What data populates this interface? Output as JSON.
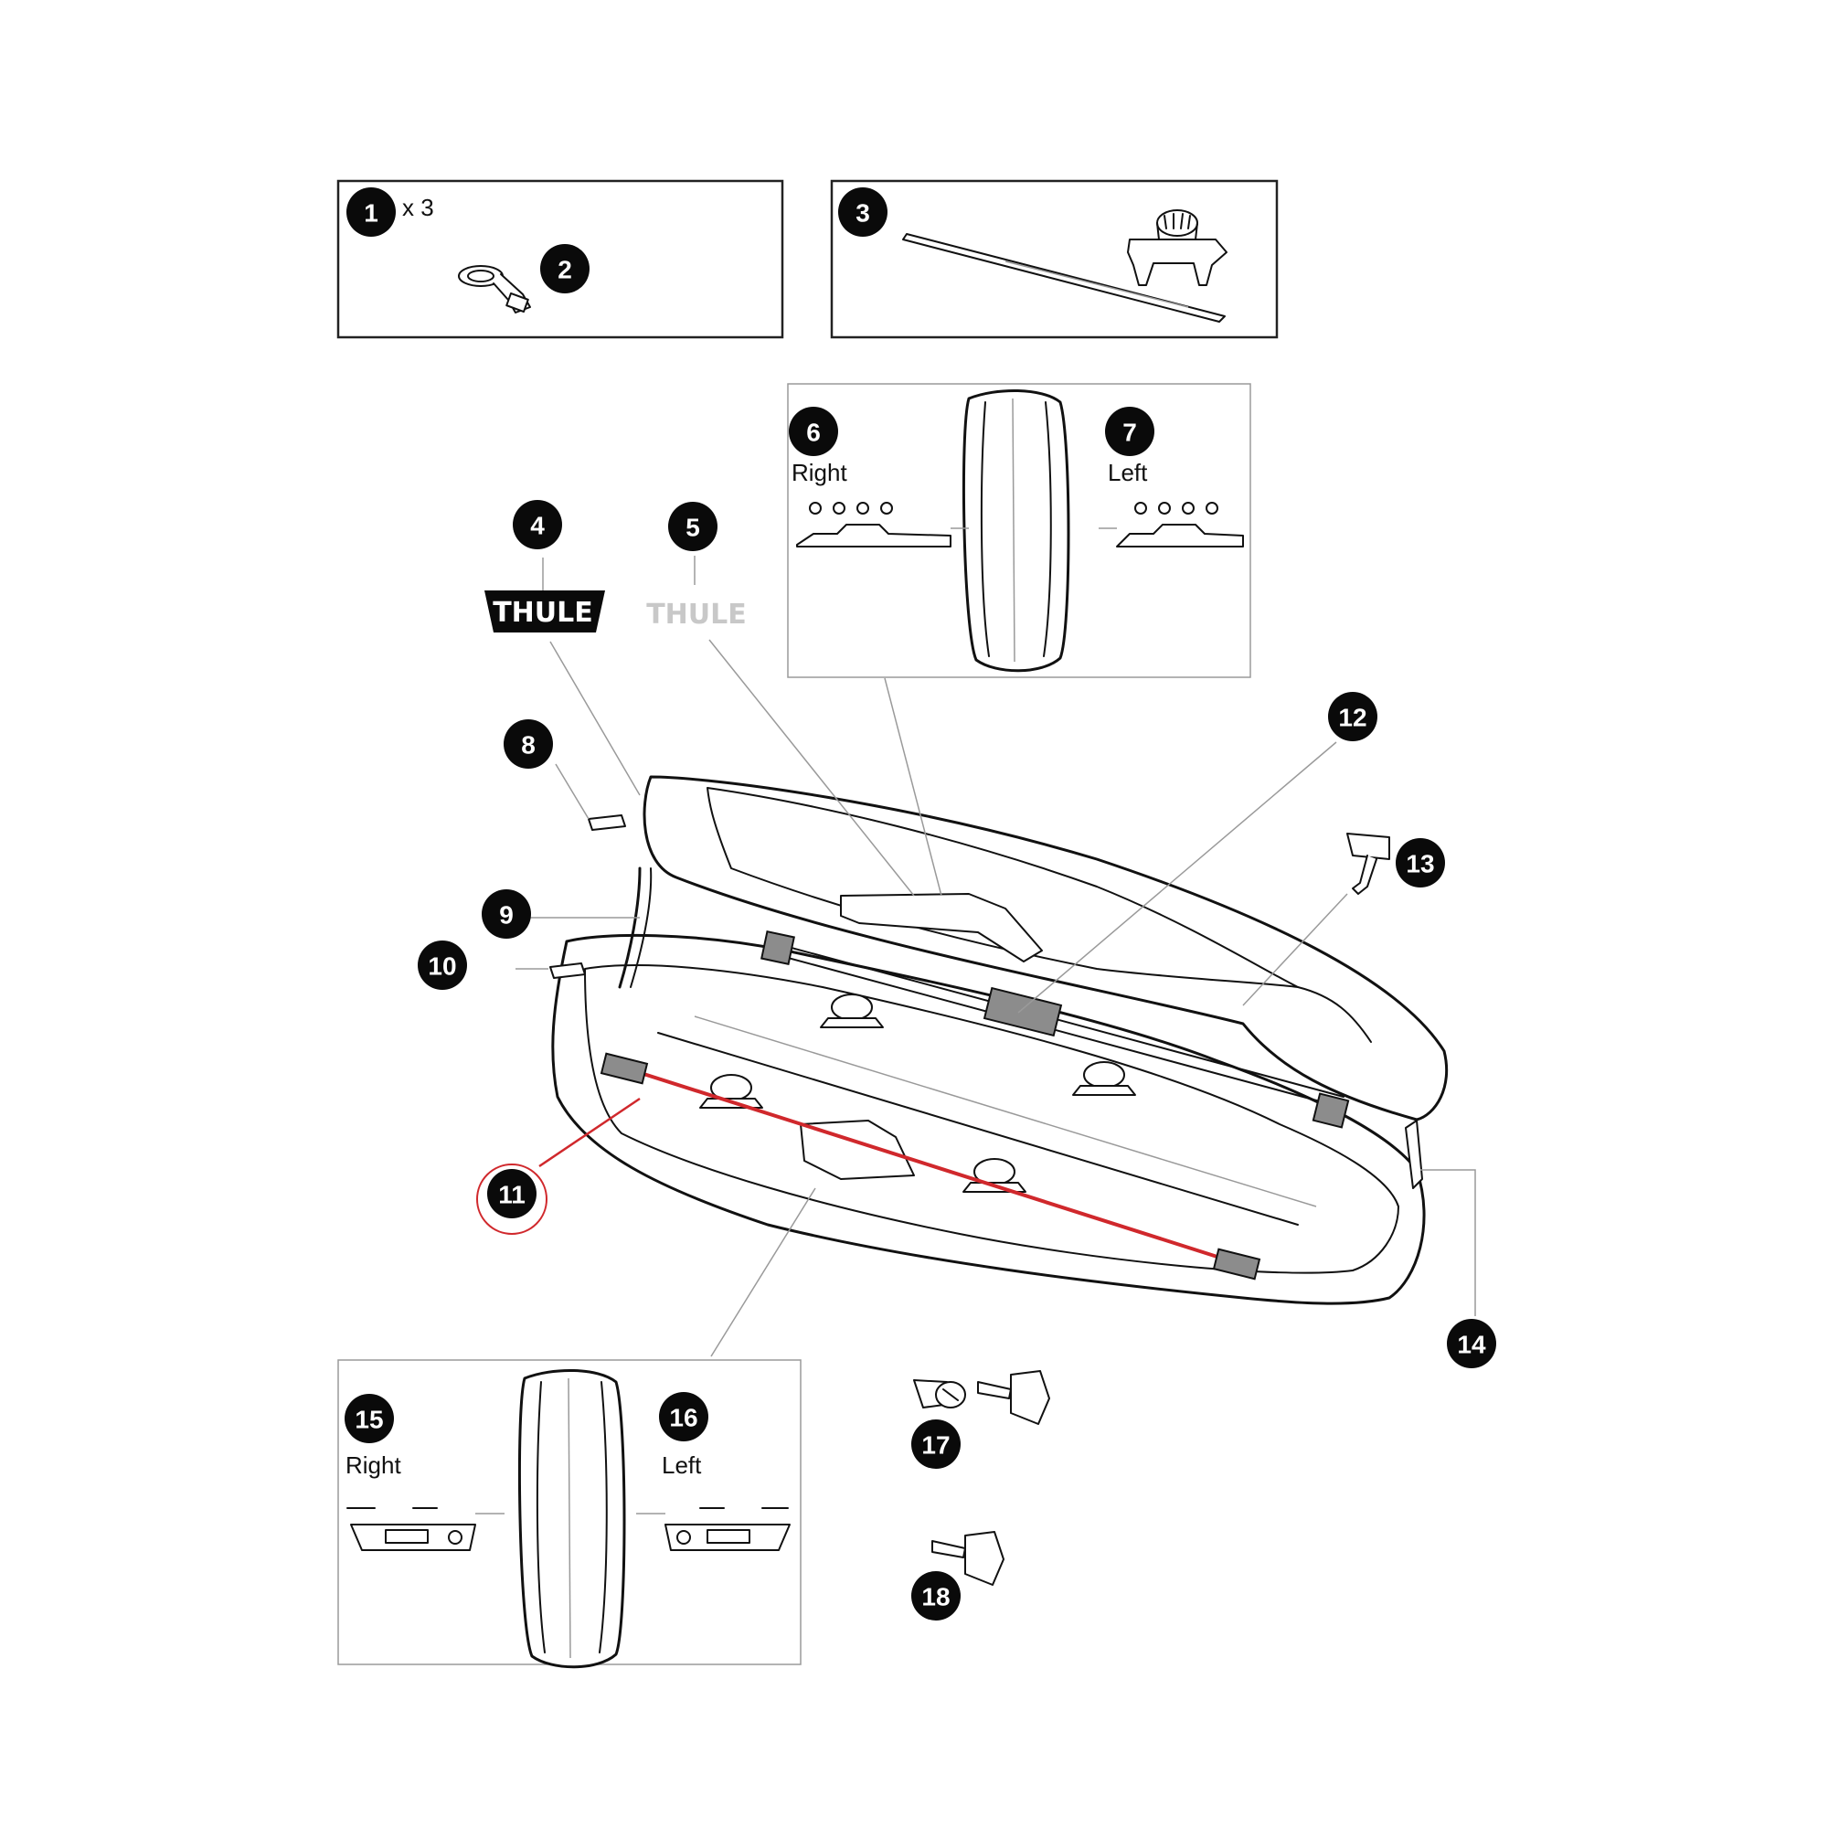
{
  "title": "",
  "callouts": [
    {
      "id": "1",
      "suffix": "x 3"
    },
    {
      "id": "2"
    },
    {
      "id": "3"
    },
    {
      "id": "4"
    },
    {
      "id": "5"
    },
    {
      "id": "6",
      "side_label": "Right"
    },
    {
      "id": "7",
      "side_label": "Left"
    },
    {
      "id": "8"
    },
    {
      "id": "9"
    },
    {
      "id": "10"
    },
    {
      "id": "11",
      "highlighted": true
    },
    {
      "id": "12"
    },
    {
      "id": "13"
    },
    {
      "id": "14"
    },
    {
      "id": "15",
      "side_label": "Right"
    },
    {
      "id": "16",
      "side_label": "Left"
    },
    {
      "id": "17"
    },
    {
      "id": "18"
    }
  ],
  "logos": {
    "black_logo_text": "THULE",
    "grey_logo_text": "THULE"
  },
  "colors": {
    "badge": "#0a0a0a",
    "badge_text": "#ffffff",
    "highlight": "#d0282c",
    "line": "#111111",
    "logo_grey": "#c8c8c8"
  }
}
